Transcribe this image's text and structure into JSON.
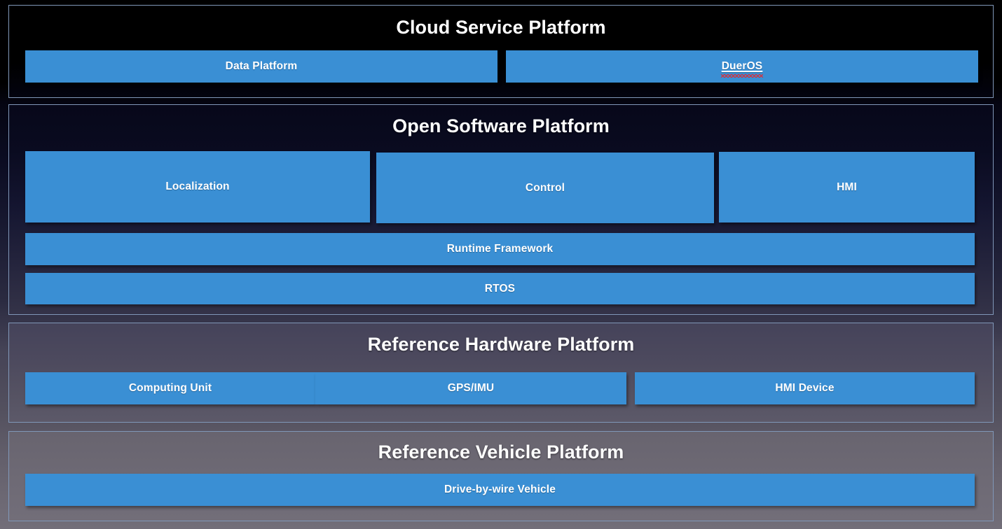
{
  "theme": {
    "box_color": "#3a8fd4",
    "frame_border_color": "#8097b8",
    "text_color": "#ffffff",
    "spellcheck_underline_color": "#e8262a"
  },
  "sections": [
    {
      "id": "cloud",
      "title": "Cloud Service Platform",
      "boxes": [
        {
          "label": "Data Platform"
        },
        {
          "label": "DuerOS",
          "spellchecked": true,
          "underlined": true
        }
      ]
    },
    {
      "id": "software",
      "title": "Open Software Platform",
      "boxes": [
        {
          "label": "Localization"
        },
        {
          "label": "Control"
        },
        {
          "label": "HMI"
        },
        {
          "label": "Runtime Framework"
        },
        {
          "label": "RTOS"
        }
      ]
    },
    {
      "id": "hardware",
      "title": "Reference Hardware Platform",
      "boxes": [
        {
          "label": "Computing Unit"
        },
        {
          "label": "GPS/IMU"
        },
        {
          "label": "HMI Device"
        }
      ]
    },
    {
      "id": "vehicle",
      "title": "Reference Vehicle Platform",
      "boxes": [
        {
          "label": "Drive-by-wire Vehicle"
        }
      ]
    }
  ]
}
